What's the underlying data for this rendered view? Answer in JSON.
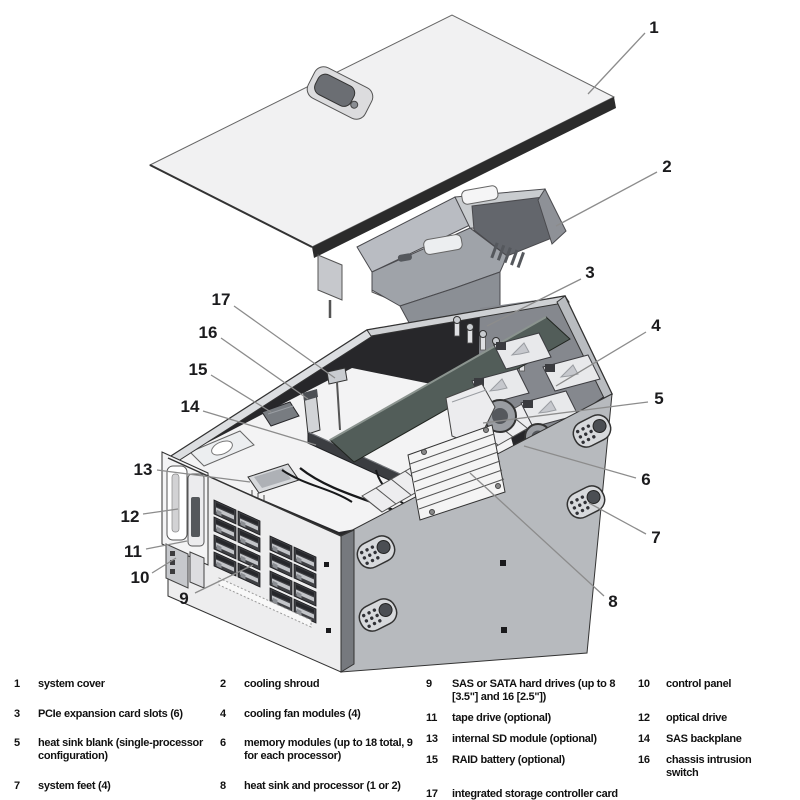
{
  "figure": {
    "type": "exploded-view-diagram",
    "subject": "tower server chassis with numbered components"
  },
  "colors": {
    "ink": "#1b1b1d",
    "leader_line": "#8c8c8c",
    "cover_fill": "#f1f1f2",
    "shroud_fill": "#a9adb3",
    "chassis_interior": "#27272a",
    "bottom_panel": "#b7babe"
  },
  "legend": {
    "items": [
      {
        "num": "1",
        "label": "system cover"
      },
      {
        "num": "2",
        "label": "cooling shroud"
      },
      {
        "num": "3",
        "label": "PCIe expansion card slots (6)"
      },
      {
        "num": "4",
        "label": "cooling fan modules (4)"
      },
      {
        "num": "5",
        "label": "heat sink blank (single-processor configuration)"
      },
      {
        "num": "6",
        "label": "memory modules (up to 18 total, 9 for each processor)"
      },
      {
        "num": "7",
        "label": "system feet (4)"
      },
      {
        "num": "8",
        "label": "heat sink and processor (1 or 2)"
      },
      {
        "num": "9",
        "label": "SAS or SATA hard drives (up to 8 [3.5\"] and 16 [2.5\"])"
      },
      {
        "num": "10",
        "label": "control panel"
      },
      {
        "num": "11",
        "label": "tape drive (optional)"
      },
      {
        "num": "12",
        "label": "optical drive"
      },
      {
        "num": "13",
        "label": "internal SD module (optional)"
      },
      {
        "num": "14",
        "label": "SAS backplane"
      },
      {
        "num": "15",
        "label": "RAID battery (optional)"
      },
      {
        "num": "16",
        "label": "chassis intrusion switch"
      },
      {
        "num": "17",
        "label": "integrated storage controller card"
      }
    ]
  }
}
